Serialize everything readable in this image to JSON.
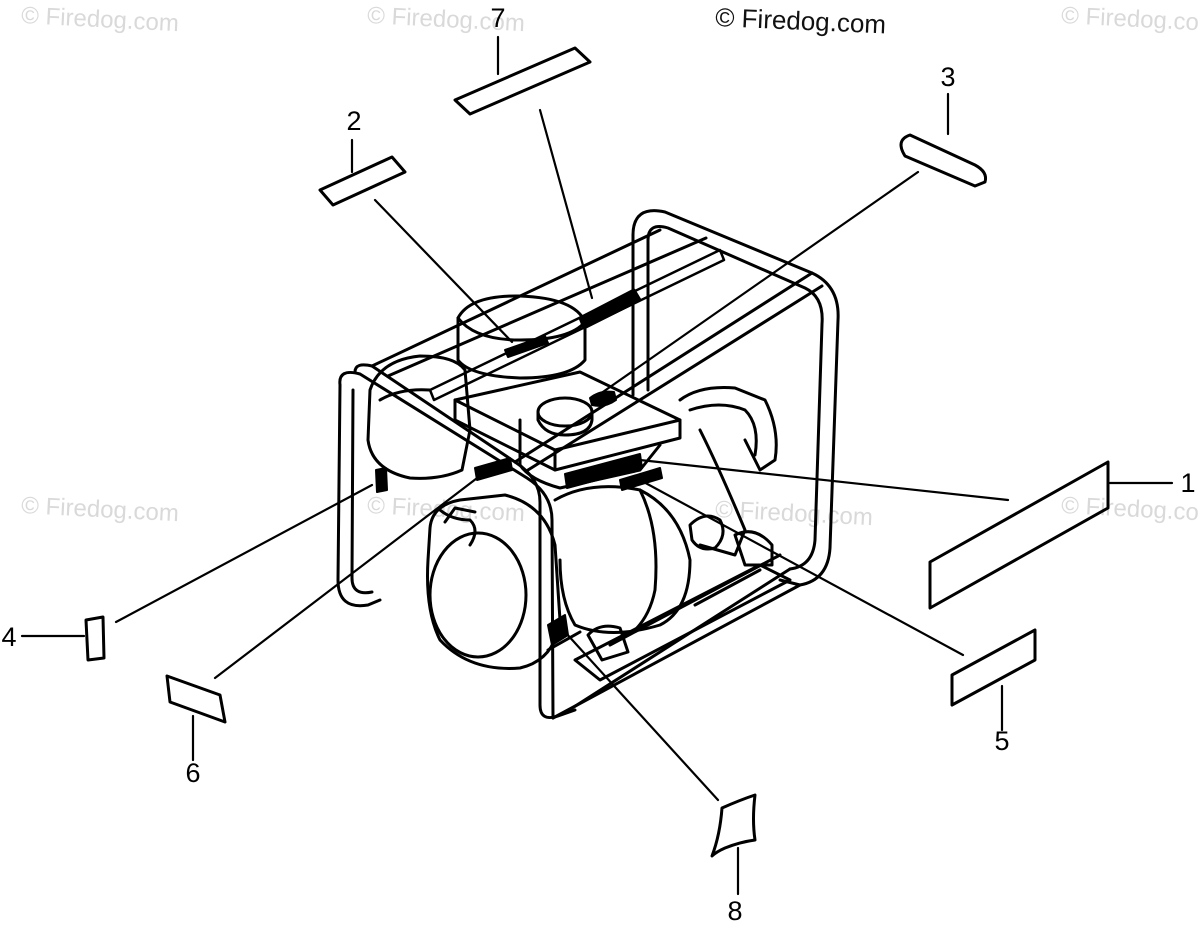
{
  "copyright": "© Firedog.com",
  "watermarks": [
    "© Firedog.com",
    "© Firedog.com",
    "© Firedog.com",
    "© Firedog.com",
    "© Firedog.com",
    "© Firedog.com",
    "© Firedog.com"
  ],
  "callouts": {
    "c1": "1",
    "c2": "2",
    "c3": "3",
    "c4": "4",
    "c5": "5",
    "c6": "6",
    "c7": "7",
    "c8": "8"
  },
  "colors": {
    "ink": "#000000",
    "watermark": "#d9d9d9",
    "background": "#ffffff"
  }
}
